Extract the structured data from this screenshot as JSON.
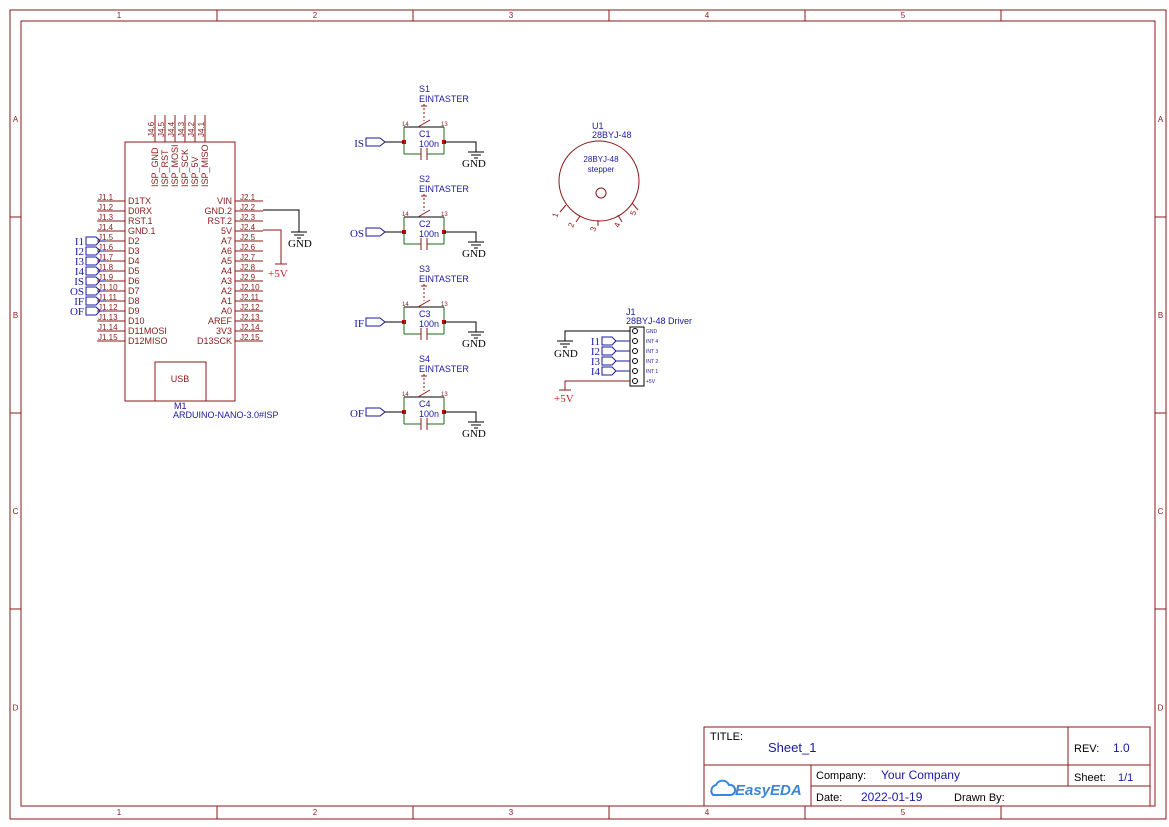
{
  "colors": {
    "frame": "#8b1a1a",
    "text_blue": "#1a1aa0",
    "wire": "#1a6b1a",
    "pin_dot": "#cc0000",
    "bus_blue": "#1a1aa0"
  },
  "frame": {
    "cols": [
      "1",
      "2",
      "3",
      "4",
      "5"
    ],
    "rows": [
      "A",
      "B",
      "C",
      "D"
    ]
  },
  "nano": {
    "designator": "M1",
    "name": "ARDUINO-NANO-3.0#ISP",
    "usb_label": "USB",
    "isp_pin_labels": [
      "ISP_GND",
      "ISP_RST",
      "ISP_MOSI",
      "ISP_SCK",
      "ISP_5V",
      "ISP_MISO"
    ],
    "isp_pin_numbers": [
      "J4.6",
      "J4.5",
      "J4.4",
      "J4.3",
      "J4.2",
      "J4.1"
    ],
    "left_pins": [
      {
        "num": "J1.1",
        "name": "D1TX"
      },
      {
        "num": "J1.2",
        "name": "D0RX"
      },
      {
        "num": "J1.3",
        "name": "RST.1"
      },
      {
        "num": "J1.4",
        "name": "GND.1"
      },
      {
        "num": "J1.5",
        "name": "D2"
      },
      {
        "num": "J1.6",
        "name": "D3"
      },
      {
        "num": "J1.7",
        "name": "D4"
      },
      {
        "num": "J1.8",
        "name": "D5"
      },
      {
        "num": "J1.9",
        "name": "D6"
      },
      {
        "num": "J1.10",
        "name": "D7"
      },
      {
        "num": "J1.11",
        "name": "D8"
      },
      {
        "num": "J1.12",
        "name": "D9"
      },
      {
        "num": "J1.13",
        "name": "D10"
      },
      {
        "num": "J1.14",
        "name": "D11MOSI"
      },
      {
        "num": "J1.15",
        "name": "D12MISO"
      }
    ],
    "right_pins": [
      {
        "num": "J2.1",
        "name": "VIN"
      },
      {
        "num": "J2.2",
        "name": "GND.2"
      },
      {
        "num": "J2.3",
        "name": "RST.2"
      },
      {
        "num": "J2.4",
        "name": "5V"
      },
      {
        "num": "J2.5",
        "name": "A7"
      },
      {
        "num": "J2.6",
        "name": "A6"
      },
      {
        "num": "J2.7",
        "name": "A5"
      },
      {
        "num": "J2.8",
        "name": "A4"
      },
      {
        "num": "J2.9",
        "name": "A3"
      },
      {
        "num": "J2.10",
        "name": "A2"
      },
      {
        "num": "J2.11",
        "name": "A1"
      },
      {
        "num": "J2.12",
        "name": "A0"
      },
      {
        "num": "J2.13",
        "name": "AREF"
      },
      {
        "num": "J2.14",
        "name": "3V3"
      },
      {
        "num": "J2.15",
        "name": "D13SCK"
      }
    ],
    "net_flags": [
      "I1",
      "I2",
      "I3",
      "I4",
      "IS",
      "OS",
      "IF",
      "OF"
    ],
    "gnd_label": "GND",
    "vcc_label": "+5V"
  },
  "switches": [
    {
      "designator": "S1",
      "type": "EINTASTER",
      "cap": "C1",
      "cap_val": "100n",
      "net": "IS",
      "gnd": "GND",
      "pin_a": "14",
      "pin_b": "13"
    },
    {
      "designator": "S2",
      "type": "EINTASTER",
      "cap": "C2",
      "cap_val": "100n",
      "net": "OS",
      "gnd": "GND",
      "pin_a": "14",
      "pin_b": "13"
    },
    {
      "designator": "S3",
      "type": "EINTASTER",
      "cap": "C3",
      "cap_val": "100n",
      "net": "IF",
      "gnd": "GND",
      "pin_a": "14",
      "pin_b": "13"
    },
    {
      "designator": "S4",
      "type": "EINTASTER",
      "cap": "C4",
      "cap_val": "100n",
      "net": "OF",
      "gnd": "GND",
      "pin_a": "14",
      "pin_b": "13"
    }
  ],
  "motor": {
    "designator": "U1",
    "name": "28BYJ-48",
    "body_line1": "28BYJ-48",
    "body_line2": "stepper",
    "pins": [
      "1",
      "2",
      "3",
      "4",
      "5"
    ]
  },
  "driver": {
    "designator": "J1",
    "name": "28BYJ-48 Driver",
    "pins": [
      "GND",
      "INT 4",
      "INT 3",
      "INT 2",
      "INT 1",
      "+5V"
    ],
    "net_flags": [
      "I1",
      "I2",
      "I3",
      "I4"
    ],
    "gnd_label": "GND",
    "vcc_label": "+5V"
  },
  "titleblock": {
    "title_label": "TITLE:",
    "title": "Sheet_1",
    "rev_label": "REV:",
    "rev": "1.0",
    "company_label": "Company:",
    "company": "Your Company",
    "sheet_label": "Sheet:",
    "sheet": "1/1",
    "date_label": "Date:",
    "date": "2022-01-19",
    "drawn_label": "Drawn By:",
    "drawn": "",
    "logo_text": "EasyEDA"
  }
}
